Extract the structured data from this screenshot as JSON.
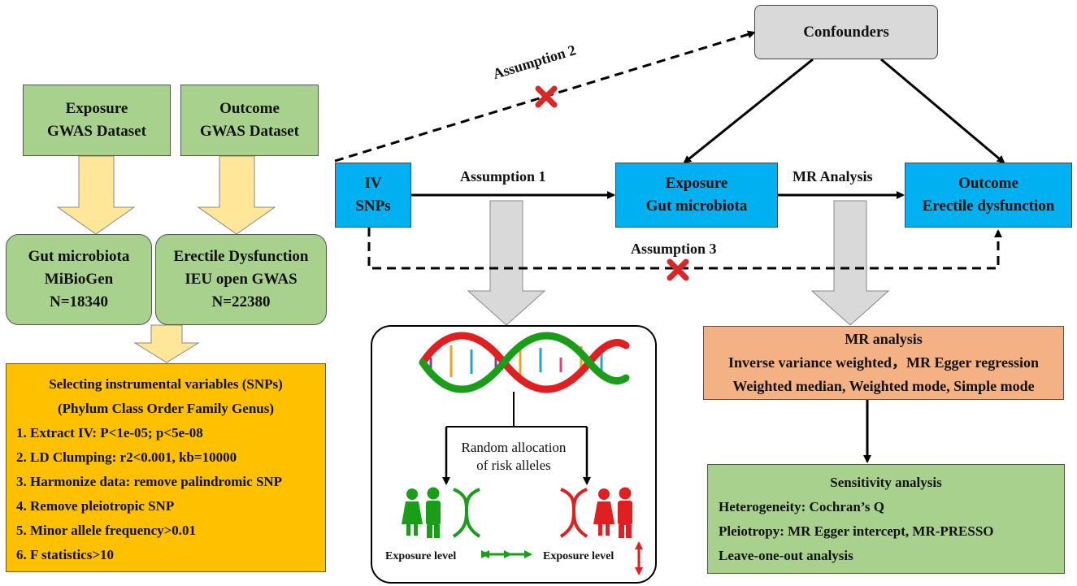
{
  "exposure_dataset": {
    "line1": "Exposure",
    "line2": "GWAS Dataset"
  },
  "outcome_dataset": {
    "line1": "Outcome",
    "line2": "GWAS Dataset"
  },
  "gut_box": {
    "line1": "Gut microbiota",
    "line2": "MiBioGen",
    "line3": "N=18340"
  },
  "ed_box": {
    "line1": "Erectile Dysfunction",
    "line2": "IEU open GWAS",
    "line3": "N=22380"
  },
  "selecting": {
    "title": "Selecting instrumental variables (SNPs)",
    "subtitle": "(Phylum Class Order Family Genus)",
    "items": [
      "1. Extract IV: P<1e-05; p<5e-08",
      "2. LD Clumping: r2<0.001, kb=10000",
      "3. Harmonize data: remove palindromic SNP",
      "4. Remove pleiotropic SNP",
      "5. Minor allele frequency>0.01",
      "6. F statistics>10"
    ]
  },
  "confounders": "Confounders",
  "iv_box": {
    "line1": "IV",
    "line2": "SNPs"
  },
  "exposure_box": {
    "line1": "Exposure",
    "line2": "Gut microbiota"
  },
  "outcome_box": {
    "line1": "Outcome",
    "line2": "Erectile dysfunction"
  },
  "labels": {
    "assumption1": "Assumption 1",
    "assumption2": "Assumption 2",
    "assumption3": "Assumption 3",
    "mr_analysis": "MR Analysis"
  },
  "random_allocation": {
    "line1": "Random allocation",
    "line2": "of risk alleles"
  },
  "exposure_level_left": "Exposure level",
  "exposure_level_right": "Exposure level",
  "mr_box": {
    "title": "MR analysis",
    "line1": "Inverse variance weighted，MR Egger regression",
    "line2": "Weighted median, Weighted mode, Simple mode"
  },
  "sensitivity": {
    "title": "Sensitivity analysis",
    "items": [
      "Heterogeneity: Cochran’s Q",
      "Pleiotropy: MR Egger intercept, MR-PRESSO",
      "Leave-one-out analysis"
    ]
  },
  "colors": {
    "green": "#a9d18e",
    "blue": "#00b0f0",
    "orange": "#ffc000",
    "salmon": "#f4b183",
    "grey": "#d9d9d9",
    "pale_yellow": "#ffe699",
    "cross": "#d62828",
    "icon_green": "#1a9e1a",
    "icon_red": "#e02020"
  }
}
